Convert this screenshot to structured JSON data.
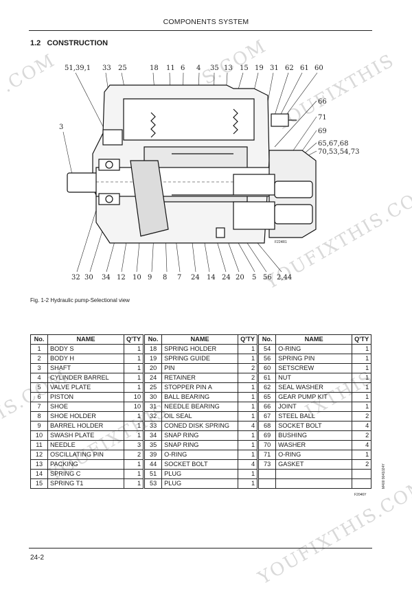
{
  "header": {
    "title": "COMPONENTS SYSTEM"
  },
  "section": {
    "number": "1.2",
    "title": "CONSTRUCTION"
  },
  "diagram": {
    "top_labels": [
      "51,39,1",
      "33",
      "25",
      "18",
      "11",
      "6",
      "4",
      "35",
      "13",
      "15",
      "19",
      "31",
      "62",
      "61",
      "60"
    ],
    "right_labels": [
      "66",
      "71",
      "69",
      "65,67,68",
      "70,53,54,73"
    ],
    "left_labels": [
      "3"
    ],
    "bottom_labels": [
      "32",
      "30",
      "34",
      "12",
      "10",
      "9",
      "8",
      "7",
      "24",
      "14",
      "24",
      "20",
      "5",
      "56",
      "2,44"
    ],
    "code": "F224R1"
  },
  "caption": "Fig. 1-2 Hydraulic pump-Selectional view",
  "table": {
    "headers": [
      "No.",
      "NAME",
      "Q'TY",
      "No.",
      "NAME",
      "Q'TY",
      "No.",
      "NAME",
      "Q'TY"
    ],
    "rows": [
      [
        "1",
        "BODY S",
        "1",
        "18",
        "SPRING HOLDER",
        "1",
        "54",
        "O-RING",
        "1"
      ],
      [
        "2",
        "BODY H",
        "1",
        "19",
        "SPRING GUIDE",
        "1",
        "56",
        "SPRING PIN",
        "1"
      ],
      [
        "3",
        "SHAFT",
        "1",
        "20",
        "PIN",
        "2",
        "60",
        "SETSCREW",
        "1"
      ],
      [
        "4",
        "CYLINDER BARREL",
        "1",
        "24",
        "RETAINER",
        "2",
        "61",
        "NUT",
        "1"
      ],
      [
        "5",
        "VALVE PLATE",
        "1",
        "25",
        "STOPPER PIN A",
        "1",
        "62",
        "SEAL WASHER",
        "1"
      ],
      [
        "6",
        "PISTON",
        "10",
        "30",
        "BALL BEARING",
        "1",
        "65",
        "GEAR PUMP KIT",
        "1"
      ],
      [
        "7",
        "SHOE",
        "10",
        "31",
        "NEEDLE BEARING",
        "1",
        "66",
        "JOINT",
        "1"
      ],
      [
        "8",
        "SHOE HOLDER",
        "1",
        "32",
        "OIL SEAL",
        "1",
        "67",
        "STEEL BALL",
        "2"
      ],
      [
        "9",
        "BARREL HOLDER",
        "1",
        "33",
        "CONED DISK SPRING",
        "4",
        "68",
        "SOCKET BOLT",
        "4"
      ],
      [
        "10",
        "SWASH PLATE",
        "1",
        "34",
        "SNAP RING",
        "1",
        "69",
        "BUSHING",
        "2"
      ],
      [
        "11",
        "NEEDLE",
        "3",
        "35",
        "SNAP RING",
        "1",
        "70",
        "WASHER",
        "4"
      ],
      [
        "12",
        "OSCILLATING PIN",
        "2",
        "39",
        "O-RING",
        "1",
        "71",
        "O-RING",
        "1"
      ],
      [
        "13",
        "PACKING",
        "1",
        "44",
        "SOCKET BOLT",
        "4",
        "73",
        "GASKET",
        "2"
      ],
      [
        "14",
        "SPRING C",
        "1",
        "51",
        "PLUG",
        "1",
        "",
        "",
        ""
      ],
      [
        "15",
        "SPRING T1",
        "1",
        "53",
        "PLUG",
        "1",
        "",
        "",
        ""
      ]
    ]
  },
  "table_code": "F2046Y",
  "side_text": "M400  9041024Y",
  "footer": {
    "page": "24-2"
  },
  "watermarks": [
    ".COM",
    "YOUFIXTHIS",
    "S.COM",
    "YOUFIXTHIS.COM",
    "IXTHIS",
    "YOUFIXTHIS",
    "IS.COM",
    "YOUFIXTHIS.COM"
  ]
}
